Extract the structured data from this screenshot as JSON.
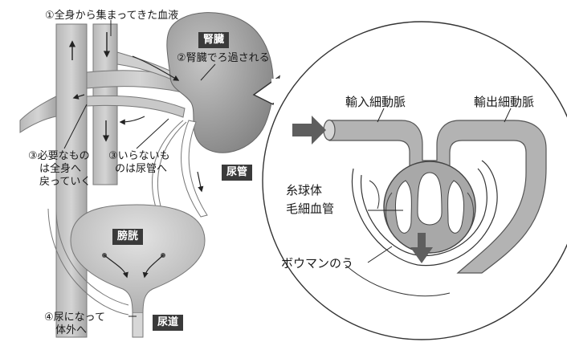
{
  "labels": {
    "blood_from_body": "①全身から集まってきた血液",
    "kidney": "腎臓",
    "kidney_filter": "②腎臓でろ過される",
    "needed_return": [
      "③必要なもの",
      "は全身へ",
      "戻っていく"
    ],
    "unneeded": [
      "③いらないも",
      "のは尿管へ"
    ],
    "ureter": "尿管",
    "bladder": "膀胱",
    "urine_out": [
      "④尿になって",
      "体外へ"
    ],
    "urethra": "尿道",
    "afferent": "輸入細動脈",
    "efferent": "輸出細動脈",
    "glomerulus": [
      "糸球体",
      "毛細血管"
    ],
    "bowman": "ボウマンのう"
  },
  "colors": {
    "tag_bg": "#3a3a3a",
    "organ_gray": "#9a9a9a",
    "vessel_gray": "#b3b3b3",
    "arrow_gray": "#5e5e5e"
  }
}
